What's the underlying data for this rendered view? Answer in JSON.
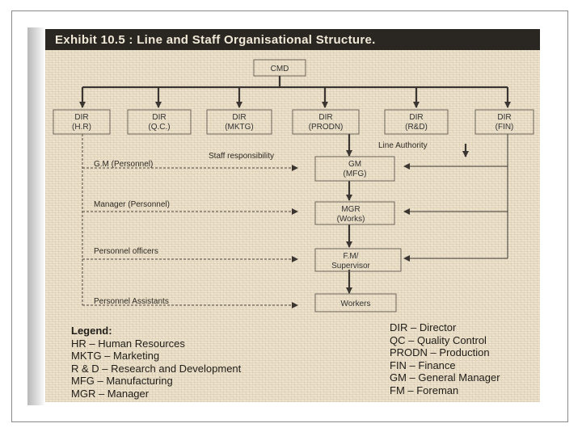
{
  "title": "Exhibit 10.5 : Line and Staff Organisational Structure.",
  "boxes": {
    "cmd": "CMD",
    "dir_hr": [
      "DIR",
      "(H.R)"
    ],
    "dir_qc": [
      "DIR",
      "(Q.C.)"
    ],
    "dir_mktg": [
      "DIR",
      "(MKTG)"
    ],
    "dir_prodn": [
      "DIR",
      "(PRODN)"
    ],
    "dir_rd": [
      "DIR",
      "(R&D)"
    ],
    "dir_fin": [
      "DIR",
      "(FIN)"
    ],
    "gm_mfg": [
      "GM",
      "(MFG)"
    ],
    "mgr_works": [
      "MGR",
      "(Works)"
    ],
    "fm_supervisor": [
      "F.M/",
      "Supervisor"
    ],
    "workers": "Workers"
  },
  "labels": {
    "gm_personnel": "G.M (Personnel)",
    "staff_responsibility": "Staff responsibility",
    "line_authority": "Line Authority",
    "manager_personnel": "Manager (Personnel)",
    "personnel_officers": "Personnel officers",
    "personnel_assistants": "Personnel Assistants"
  },
  "legend": {
    "heading": "Legend:",
    "left": [
      "HR – Human Resources",
      "MKTG – Marketing",
      "R & D – Research and Development",
      "MFG – Manufacturing",
      "MGR – Manager"
    ],
    "right": [
      "DIR – Director",
      "QC – Quality Control",
      "PRODN – Production",
      "FIN – Finance",
      "GM – General Manager",
      "FM – Foreman"
    ]
  }
}
